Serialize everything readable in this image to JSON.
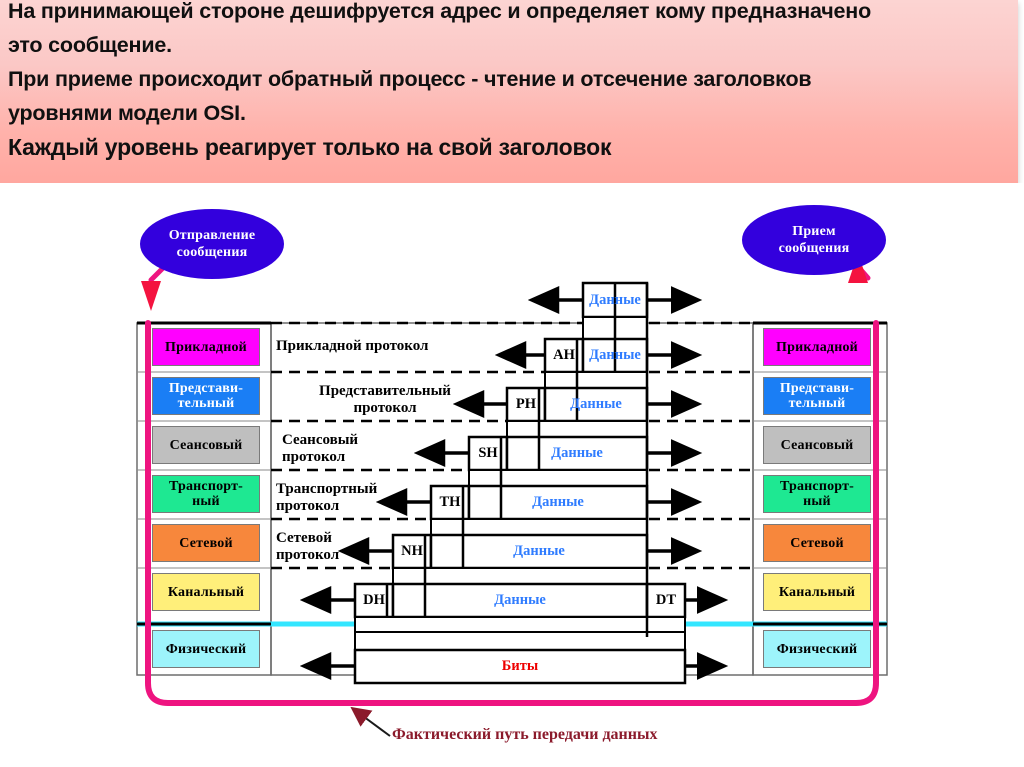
{
  "header": {
    "lines": [
      "На принимающей стороне дешифруется адрес и определяет кому предназначено",
      "это сообщение.",
      " При приеме происходит обратный процесс - чтение и отсечение заголовков",
      "уровнями модели OSI.",
      "Каждый уровень реагирует только на свой заголовок"
    ],
    "background_color": "#ffb2ab"
  },
  "diagram": {
    "send_bubble": {
      "line1": "Отправление",
      "line2": "сообщения",
      "color": "#3300dd"
    },
    "receive_bubble": {
      "line1": "Прием",
      "line2": "сообщения",
      "color": "#3300dd"
    },
    "caption": "Фактический путь передачи данных",
    "caption_color": "#8b1a2b",
    "path_color": "#ee1480",
    "physical_line_color": "#33e6ff",
    "layers": [
      {
        "name": "Прикладной",
        "color": "#ff00ff",
        "text_color": "#000000",
        "protocol": "Прикладной протокол"
      },
      {
        "name": "Представи-\nтельный",
        "name_l1": "Представи-",
        "name_l2": "тельный",
        "color": "#1a7ef5",
        "text_color": "#ffffff",
        "protocol": "Представительный\nпротокол",
        "protocol_l1": "Представительный",
        "protocol_l2": "протокол"
      },
      {
        "name": "Сеансовый",
        "color": "#bfbfbf",
        "text_color": "#000000",
        "protocol": "Сеансовый\nпротокол",
        "protocol_l1": "Сеансовый",
        "protocol_l2": "протокол"
      },
      {
        "name": "Транспорт-\nный",
        "name_l1": "Транспорт-",
        "name_l2": "ный",
        "color": "#1ee892",
        "text_color": "#000000",
        "protocol": "Транспортный\nпротокол",
        "protocol_l1": "Транспортный",
        "protocol_l2": "протокол"
      },
      {
        "name": "Сетевой",
        "color": "#f7873c",
        "text_color": "#000000",
        "protocol": "Сетевой\nпротокол",
        "protocol_l1": "Сетевой",
        "protocol_l2": "протокол"
      },
      {
        "name": "Канальный",
        "color": "#ffef7a",
        "text_color": "#000000",
        "protocol": ""
      },
      {
        "name": "Физический",
        "color": "#9df4fb",
        "text_color": "#000000",
        "protocol": ""
      }
    ],
    "pdus": [
      {
        "level": "above-application",
        "header": "",
        "payload": "Данные",
        "trailer": ""
      },
      {
        "level": "application",
        "header": "AH",
        "payload": "Данные",
        "trailer": ""
      },
      {
        "level": "presentation",
        "header": "PH",
        "payload": "Данные",
        "trailer": ""
      },
      {
        "level": "session",
        "header": "SH",
        "payload": "Данные",
        "trailer": ""
      },
      {
        "level": "transport",
        "header": "TH",
        "payload": "Данные",
        "trailer": ""
      },
      {
        "level": "network",
        "header": "NH",
        "payload": "Данные",
        "trailer": ""
      },
      {
        "level": "datalink",
        "header": "DH",
        "payload": "Данные",
        "trailer": "DT"
      },
      {
        "level": "physical",
        "header": "",
        "payload": "Биты",
        "trailer": ""
      }
    ]
  }
}
